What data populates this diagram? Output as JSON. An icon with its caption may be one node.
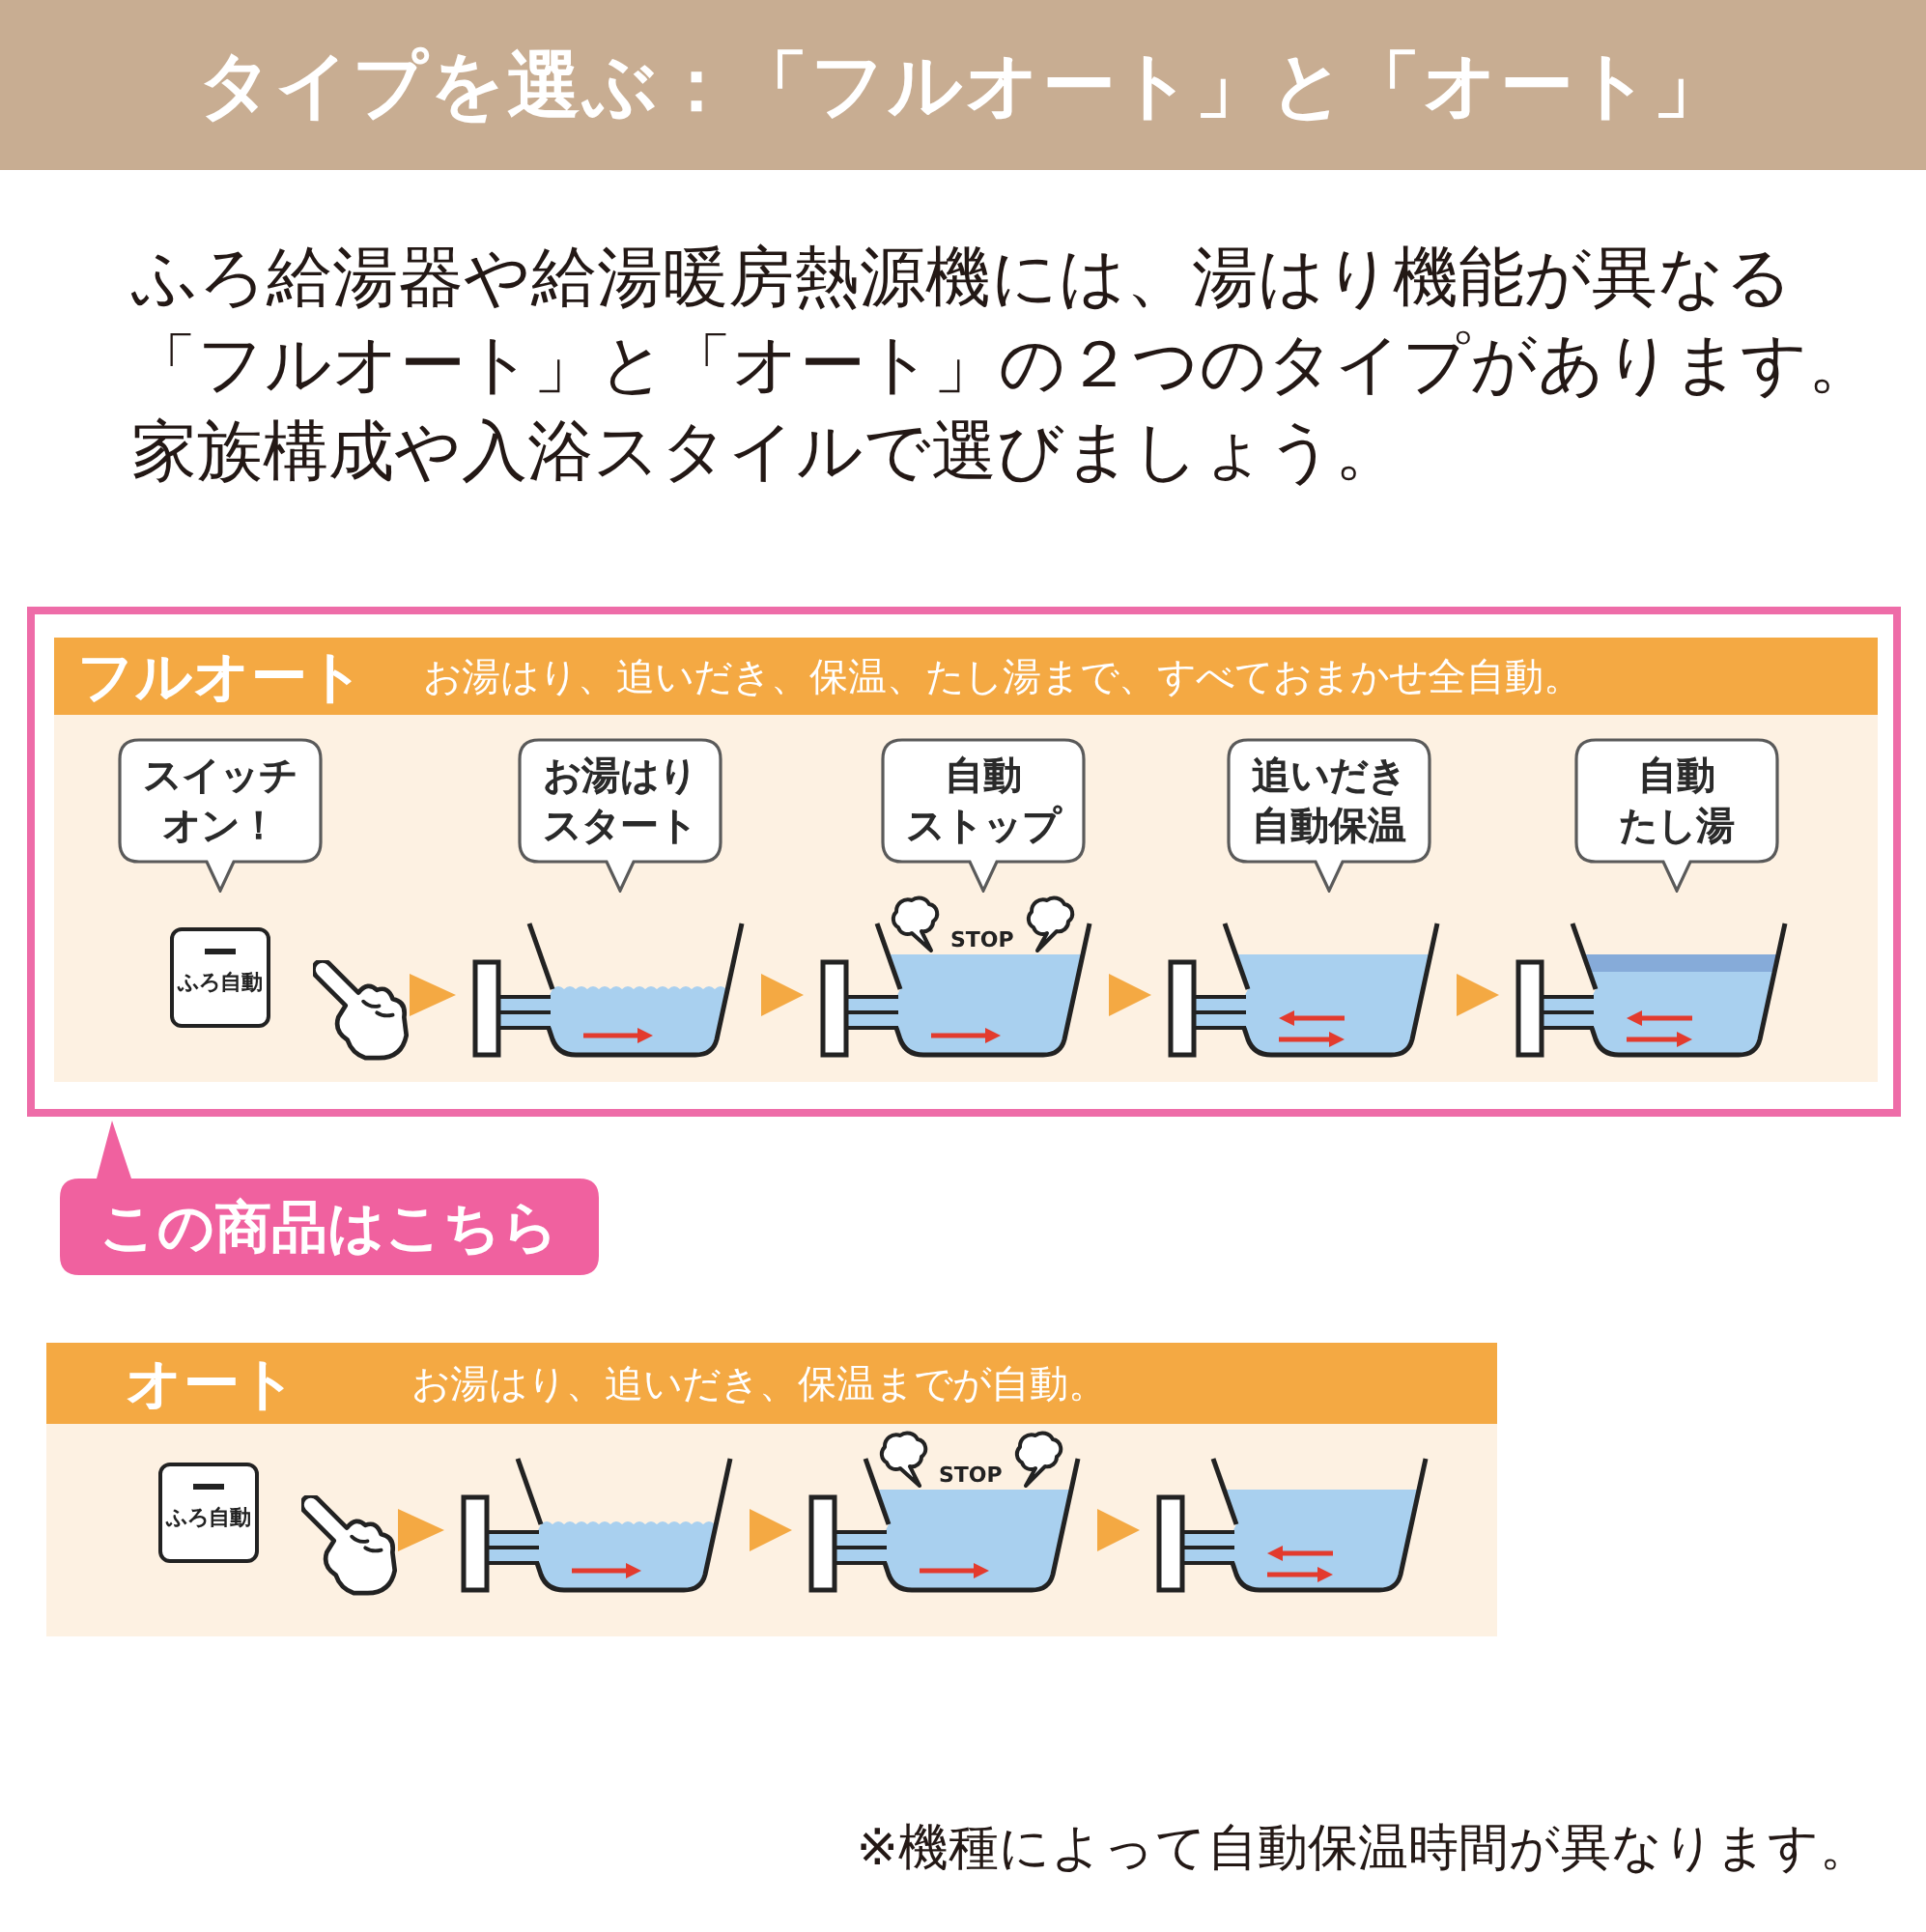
{
  "diagram": {
    "title": "タイプを選ぶ：「フルオート」と「オート」",
    "nodes": [
      {
        "text": [
          "フルオート",
          "お湯はり、追いだき、保温、たし湯まで、すべておまかせ全自動。"
        ]
      },
      {
        "text": [
          "スイッチオン！"
        ],
        "in": 0
      },
      {
        "text": [
          "お湯はりスタート"
        ],
        "in": 0
      },
      {
        "text": [
          "自動ストップ"
        ],
        "in": 0
      },
      {
        "text": [
          "追いだき自動保温"
        ],
        "in": 0
      },
      {
        "text": [
          "自動たし湯"
        ],
        "in": 0
      },
      {
        "text": [
          "ふろ自動"
        ],
        "in": 0
      },
      {
        "text": [],
        "shape": "picture",
        "in": 0
      },
      {
        "text": [],
        "shape": "picture",
        "in": 0
      },
      {
        "text": [
          "STOP"
        ],
        "in": 0
      },
      {
        "text": [],
        "shape": "picture",
        "in": 0
      },
      {
        "text": [],
        "shape": "picture",
        "in": 0
      },
      {
        "text": [
          "この商品はこちら"
        ]
      },
      {
        "text": [
          "オート",
          "お湯はり、追いだき、保温までが自動。"
        ]
      },
      {
        "text": [
          "ふろ自動"
        ],
        "in": 13
      },
      {
        "text": [],
        "shape": "picture",
        "in": 13
      },
      {
        "text": [],
        "shape": "picture",
        "in": 13
      },
      {
        "text": [
          "STOP"
        ],
        "in": 13
      },
      {
        "text": [],
        "shape": "picture",
        "in": 13
      }
    ],
    "edges": [
      {
        "from": 7,
        "to": 8,
        "arrow": "to"
      },
      {
        "from": 8,
        "to": 9,
        "arrow": "to"
      },
      {
        "from": 9,
        "to": 10,
        "arrow": "to"
      },
      {
        "from": 10,
        "to": 11,
        "arrow": "to"
      },
      {
        "from": 15,
        "to": 16,
        "arrow": "to"
      },
      {
        "from": 16,
        "to": 17,
        "arrow": "to"
      },
      {
        "from": 17,
        "to": 18,
        "arrow": "to"
      }
    ],
    "labels": [
      "ふろ給湯器や給湯暖房熱源機には、湯はり機能が異なる「フルオート」と「オート」の２つのタイプがあります。家族構成や入浴スタイルで選びましょう。",
      "※機種によって自動保温時間が異なります。"
    ]
  }
}
